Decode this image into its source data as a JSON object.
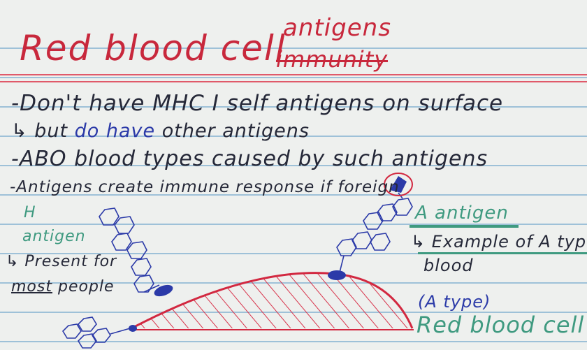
{
  "title": "Red blood cell",
  "heading_note": {
    "added_word": "antigens",
    "crossed_word": "immunity"
  },
  "bullets": [
    "-Don't have MHC I self antigens on surface",
    "↳ but do have other antigens",
    "-ABO blood types caused by such antigens",
    "-Antigens create immune response if foreign"
  ],
  "highlight_phrase": "do have",
  "left_note": {
    "line1": "H",
    "line2": "antigen",
    "line3": "↳ Present for",
    "line4_emphasis": "most",
    "line4_rest": " people"
  },
  "right_note": {
    "line1": "A antigen",
    "line2": "↳ Example of A type",
    "line3": "blood"
  },
  "cell_note": {
    "line1": "(A type)",
    "line2": "Red blood cell"
  },
  "colors": {
    "card": "#eef0ee",
    "red_ink": "#c8283c",
    "black_ink": "#252838",
    "blue_ink": "#2b3aa8",
    "teal_ink": "#3f9a80",
    "ruled_line": "#9ec1d8"
  }
}
